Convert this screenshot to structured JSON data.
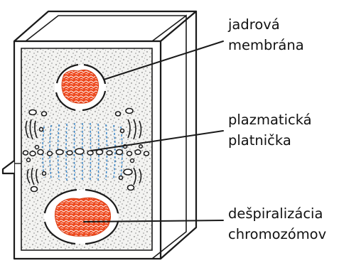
{
  "labels": {
    "nuclear_membrane": [
      "jadrová",
      "membrána"
    ],
    "plasma_plate": [
      "plazmatická",
      "platnička"
    ],
    "chromosome_decondensation": [
      "dešpiralizácia",
      "chromozómov"
    ]
  },
  "colors": {
    "ink": "#1a1a1a",
    "chromatin": "#ee4a1f",
    "spindle": "#3a86c8",
    "cytoplasm": "#f3f3f1"
  }
}
